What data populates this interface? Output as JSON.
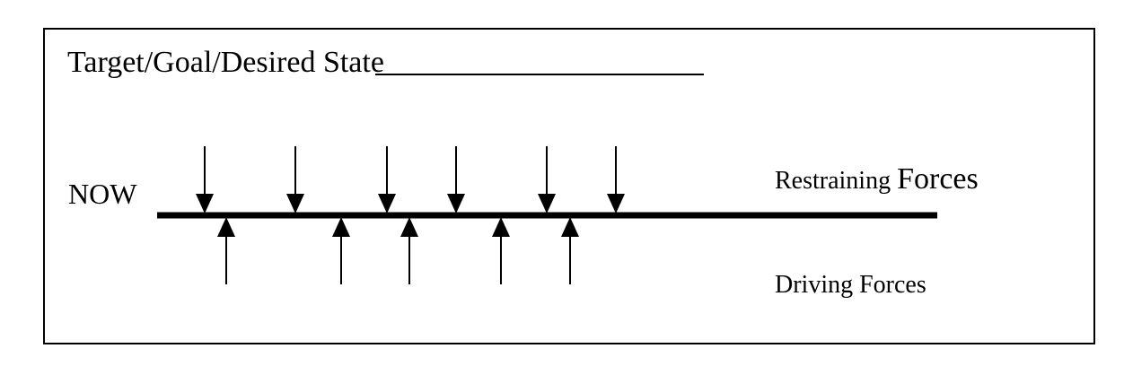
{
  "target": {
    "label": "Target/Goal/Desired State"
  },
  "now_label": "NOW",
  "restraining": {
    "part1": "Restraining ",
    "part2": "Forces"
  },
  "driving_label": "Driving Forces",
  "colors": {
    "ink": "#000000",
    "background": "#ffffff"
  }
}
